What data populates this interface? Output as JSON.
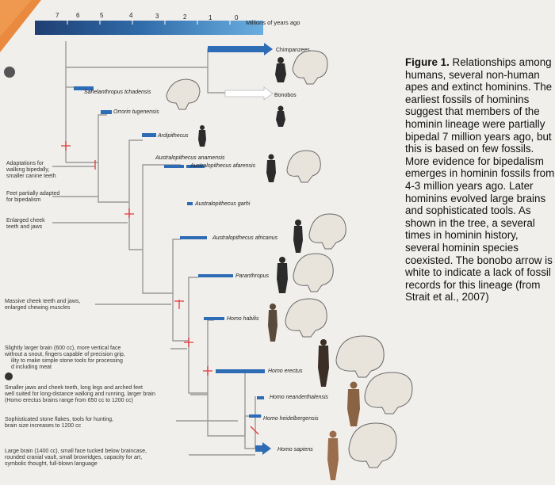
{
  "timeline": {
    "ticks": [
      "7",
      "6",
      "5",
      "4",
      "3",
      "2",
      "1",
      "0"
    ],
    "axis_label": "Millions of years ago"
  },
  "species": [
    "Chimpanzees",
    "Bonobos",
    "Sahelanthropus tchadensis",
    "Orrorin tugenensis",
    "Ardipithecus",
    "Australopithecus anamensis",
    "Australopithecus afarensis",
    "Australopithecus garhi",
    "Australopithecus africanus",
    "Paranthropus",
    "Homo habilis",
    "Homo erectus",
    "Homo neanderthalensis",
    "Homo heidelbergensis",
    "Homo sapiens"
  ],
  "traits": [
    [
      "Adaptations for",
      "walking bipedally,",
      "smaller canine teeth"
    ],
    [
      "Feet partially adapted",
      "for bipedalism"
    ],
    [
      "Enlarged cheek",
      "teeth and jaws"
    ],
    [
      "Massive cheek teeth and jaws,",
      "enlarged chewing muscles"
    ],
    [
      "Slightly larger brain (600 cc), more vertical face",
      "without a snout, fingers capable of precision grip,",
      "ility to make simple stone tools for processing",
      "d including meat"
    ],
    [
      "Smaller jaws and cheek teeth, long legs and arched feet",
      "well suited for long-distance walking and running, larger brain",
      "(Homo erectus brains range from 650 cc to 1200 cc)"
    ],
    [
      "Sophisticated stone flakes, tools for hunting,",
      "brain size increases to 1200 cc"
    ],
    [
      "Large brain (1400 cc), small face tucked below braincase,",
      "rounded cranial vault, small browridges, capacity for art,",
      "symbolic thought, full-blown language"
    ]
  ],
  "caption": {
    "label": "Figure 1.",
    "text": " Relationships among humans, several non-human apes and extinct hominins. The earliest fossils of hominins suggest that members of the hominin lineage were partially bipedal 7 million years ago, but this is based on few fossils. More evidence for bipedalism emerges in hominin fossils from 4-3 million years ago. Later hominins evolved large brains and sophisticated tools. As shown in the tree, a several times in hominin history, several hominin species coexisted. The bonobo arrow is white to indicate a lack of fossil records for this lineage (from Strait et al., 2007)"
  },
  "colors": {
    "timeline_dark": "#1f3f73",
    "timeline_mid": "#2f6aa8",
    "timeline_light": "#5f9fd6",
    "range_bar": "#2e6cb5",
    "tree_line": "#9a9a9a",
    "trait_mark": "#e23c3c",
    "corner": "#e98a3e"
  }
}
